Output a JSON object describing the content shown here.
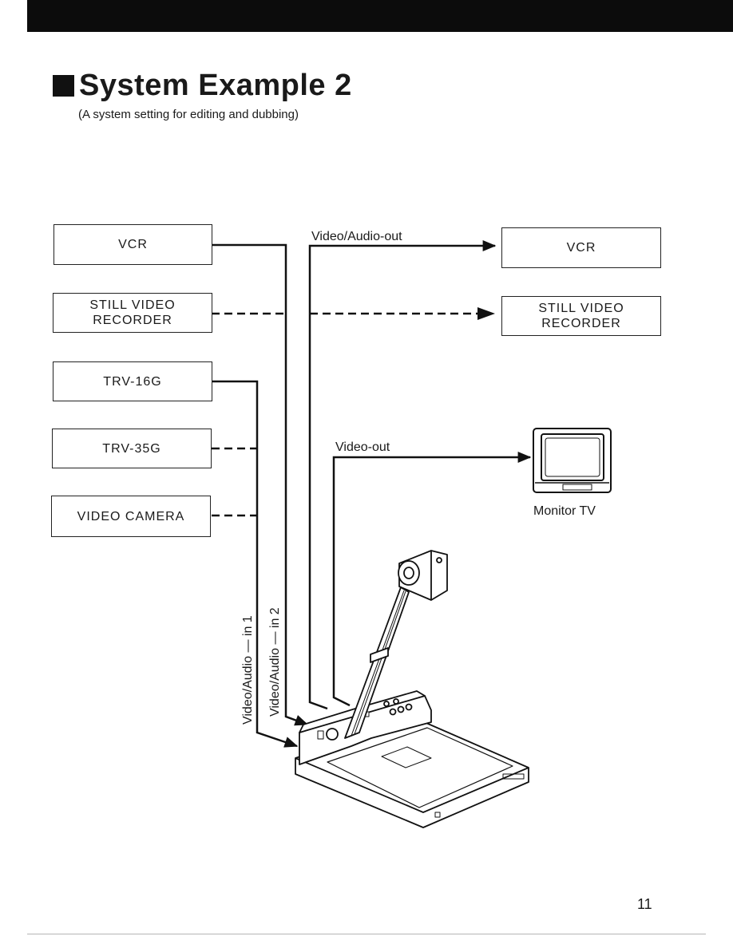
{
  "title": "System Example 2",
  "subtitle": "(A system setting for editing and dubbing)",
  "sources": {
    "vcr": "VCR",
    "still_video_recorder": "STILL VIDEO\nRECORDER",
    "trv16g": "TRV-16G",
    "trv35g": "TRV-35G",
    "video_camera": "VIDEO CAMERA"
  },
  "outputs": {
    "vcr": "VCR",
    "still_video_recorder": "STILL VIDEO\nRECORDER",
    "monitor_tv": "Monitor TV"
  },
  "connections": {
    "video_audio_out": "Video/Audio-out",
    "video_out": "Video-out",
    "video_audio_in1": "Video/Audio — in 1",
    "video_audio_in2": "Video/Audio — in 2"
  },
  "page_number": "11"
}
